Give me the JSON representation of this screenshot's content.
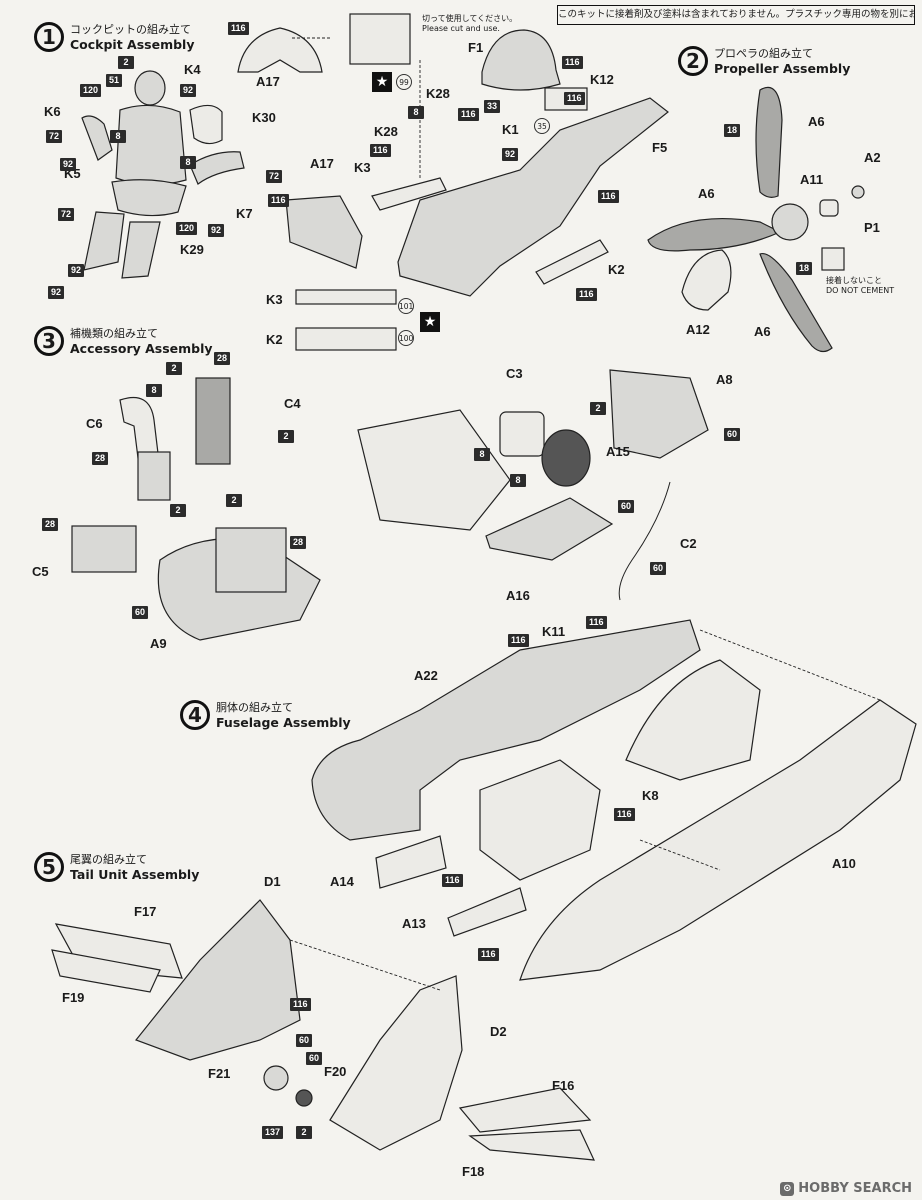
{
  "notice": "このキットに接着剤及び塗料は含まれておりません。プラスチック専用の物を別にお求め下さい。",
  "steps": [
    {
      "number": "1",
      "title_ja": "コックピットの組み立て",
      "title_en": "Cockpit Assembly"
    },
    {
      "number": "2",
      "title_ja": "プロペラの組み立て",
      "title_en": "Propeller Assembly"
    },
    {
      "number": "3",
      "title_ja": "補機類の組み立て",
      "title_en": "Accessory Assembly"
    },
    {
      "number": "4",
      "title_ja": "胴体の組み立て",
      "title_en": "Fuselage Assembly"
    },
    {
      "number": "5",
      "title_ja": "尾翼の組み立て",
      "title_en": "Tail Unit Assembly"
    }
  ],
  "notes": {
    "cut_ja": "切って使用してください。",
    "cut_en": "Please cut and use.",
    "no_cement_ja": "接着しないこと",
    "no_cement_en": "DO NOT CEMENT"
  },
  "decal_numbers": [
    "99",
    "101",
    "100"
  ],
  "circled_numbers": [
    "35"
  ],
  "star_symbol": "★",
  "parts": {
    "step1": [
      "K4",
      "K6",
      "K30",
      "K5",
      "K7",
      "K29",
      "A17",
      "K3",
      "K2",
      "F1",
      "K12",
      "K28",
      "K28",
      "K1",
      "F5",
      "A17",
      "K3",
      "K2"
    ],
    "step2": [
      "A6",
      "A2",
      "A11",
      "A6",
      "P1",
      "A12",
      "A6"
    ],
    "step3": [
      "C4",
      "C6",
      "C5",
      "A9",
      "C3",
      "A8",
      "A15",
      "C2",
      "A16"
    ],
    "step4": [
      "K11",
      "A22",
      "K8",
      "A10",
      "A14",
      "A13"
    ],
    "step5": [
      "D1",
      "F17",
      "F19",
      "D2",
      "F21",
      "F20",
      "F16",
      "F18"
    ]
  },
  "paint_codes": {
    "step1": [
      "116",
      "2",
      "51",
      "92",
      "120",
      "72",
      "8",
      "8",
      "92",
      "72",
      "92",
      "120",
      "72",
      "92",
      "92",
      "116",
      "8",
      "116",
      "33",
      "116",
      "92",
      "116",
      "116",
      "116",
      "116"
    ],
    "step2": [
      "18",
      "18"
    ],
    "step3": [
      "28",
      "2",
      "8",
      "28",
      "2",
      "2",
      "28",
      "2",
      "28",
      "60",
      "8",
      "2",
      "60",
      "8",
      "60",
      "60"
    ],
    "step4": [
      "116",
      "116",
      "116",
      "116",
      "116"
    ],
    "step5": [
      "116",
      "60",
      "60",
      "137",
      "2"
    ]
  },
  "watermark": "HOBBY SEARCH",
  "colors": {
    "background": "#f4f3ef",
    "ink": "#1a1a1a",
    "chip": "#2b2b2b"
  }
}
